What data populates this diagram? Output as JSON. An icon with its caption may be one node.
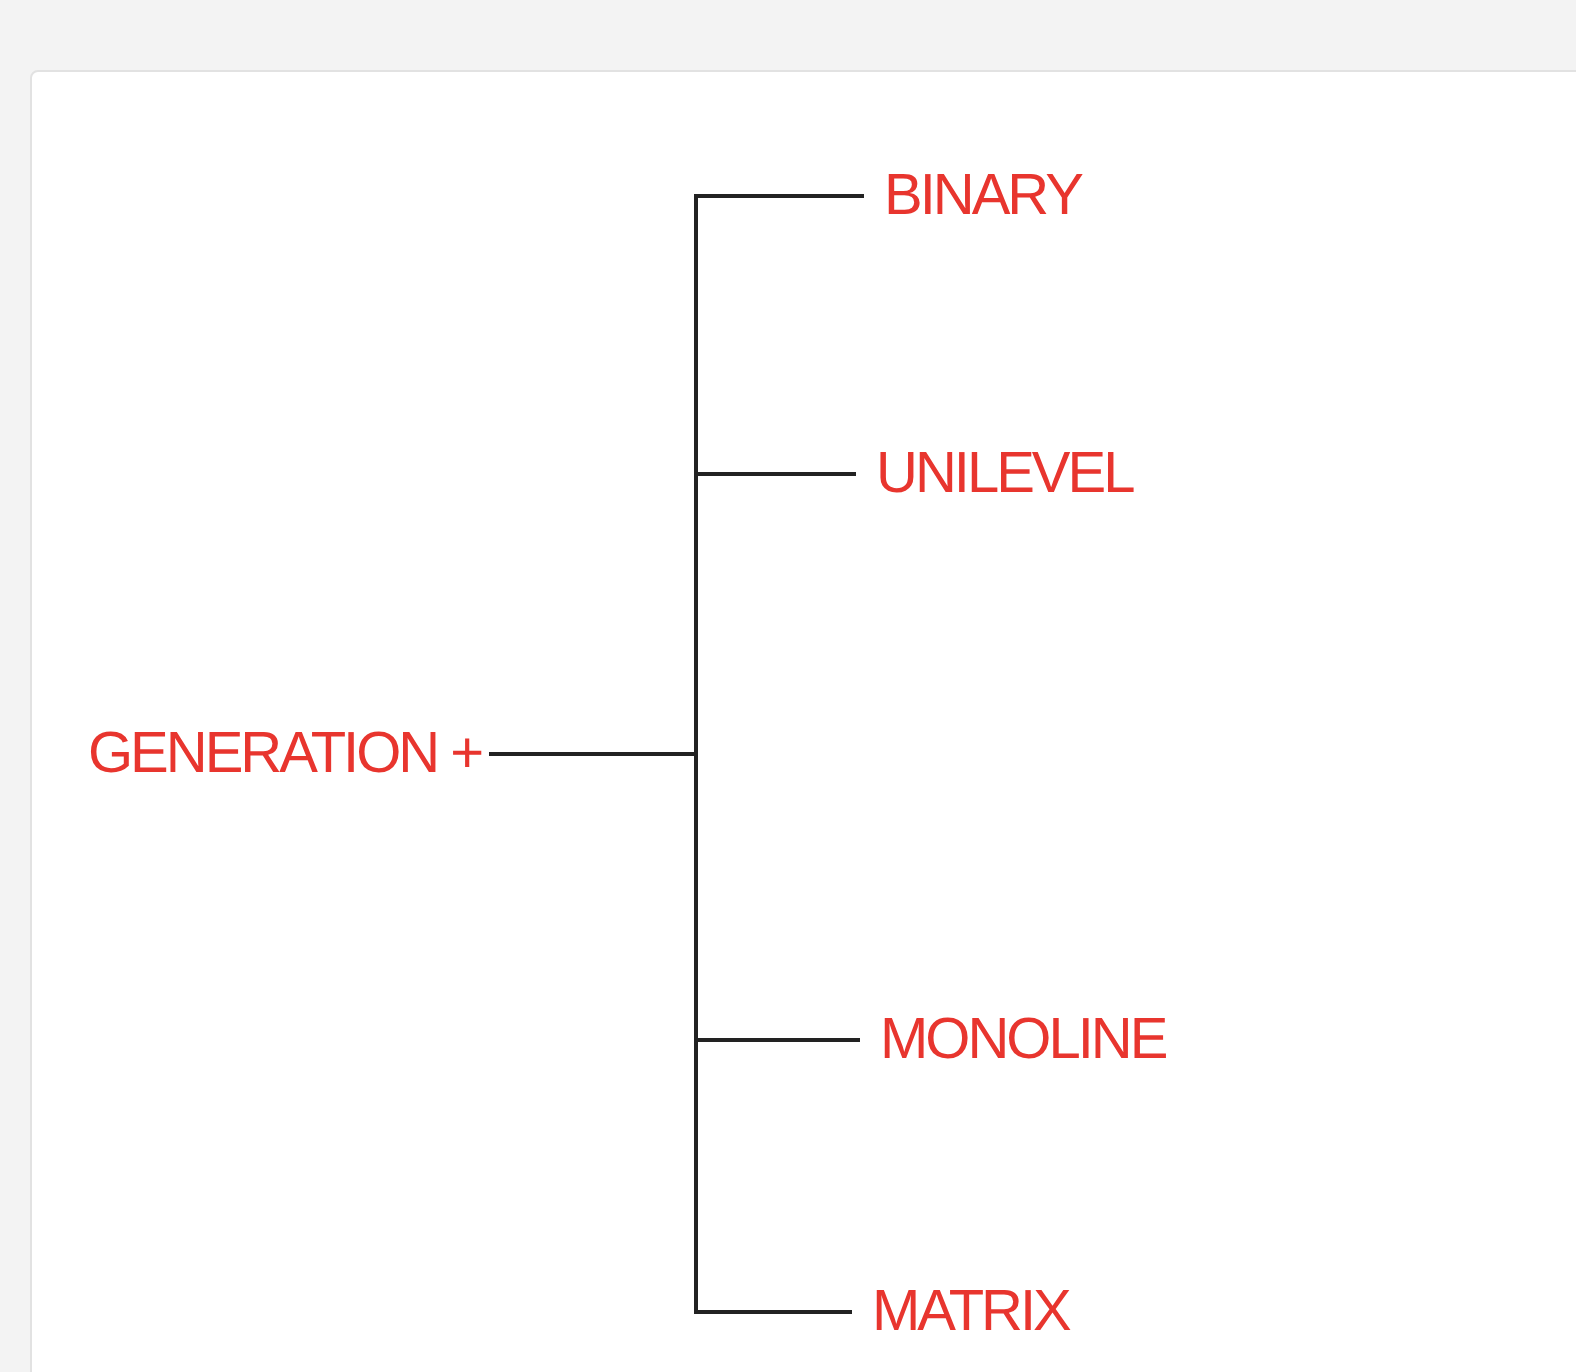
{
  "diagram": {
    "nodes": [
      {
        "text": [
          "GENERATION +"
        ]
      },
      {
        "text": [
          "BINARY"
        ]
      },
      {
        "text": [
          "UNILEVEL"
        ]
      },
      {
        "text": [
          "MONOLINE"
        ]
      },
      {
        "text": [
          "MATRIX"
        ]
      }
    ],
    "edges": [
      {
        "from": 0,
        "to": 1,
        "arrow": "none"
      },
      {
        "from": 0,
        "to": 2,
        "arrow": "none"
      },
      {
        "from": 0,
        "to": 3,
        "arrow": "none"
      },
      {
        "from": 0,
        "to": 4,
        "arrow": "none"
      }
    ]
  }
}
